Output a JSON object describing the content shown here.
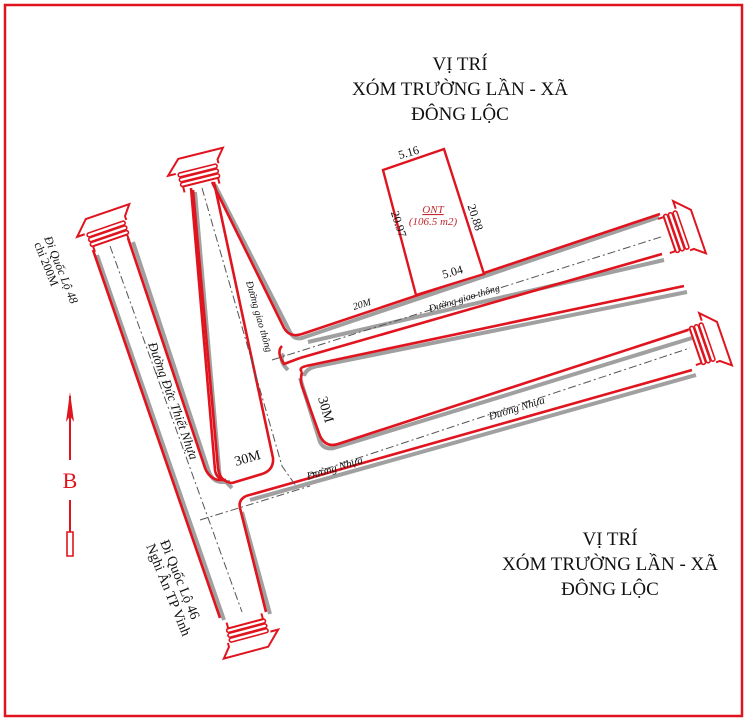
{
  "map": {
    "frame_color": "#e0141e",
    "road_edge_color": "#e0141e",
    "road_shadow_color": "#9a9a9a",
    "centerline_color": "#555555",
    "text_color": "#111111",
    "lot_label_color": "#c0282d"
  },
  "titles": {
    "top": {
      "line1": "VỊ TRÍ",
      "line2": "XÓM TRƯỜNG LẦN - XÃ ĐÔNG LỘC"
    },
    "bottom": {
      "line1": "VỊ TRÍ",
      "line2": "XÓM TRƯỜNG LẦN - XÃ ĐÔNG LỘC"
    }
  },
  "lot": {
    "type": "ONT",
    "area": "(106.5 m2)",
    "top_width": "5.16",
    "bottom_width": "5.04",
    "left_length": "20.97",
    "right_length": "20.88"
  },
  "roads": {
    "main_road": "Đường Đức Thiết Nhựa",
    "vertical_transit": "Đường giao thông",
    "upper_transit": "Đường giao thông",
    "lower_asphalt": "Đường Nhựa",
    "right_asphalt": "Đường Nhựa",
    "width_20m": "20M",
    "width_30m_left": "30M",
    "width_30m_right": "30M"
  },
  "directions": {
    "top_left_line1": "Đi Quốc Lộ 48",
    "top_left_line2": "chỉ 200M",
    "bottom_line1": "Đi Quốc Lộ 46",
    "bottom_line2": "Nghi Ân TP Vinh"
  },
  "compass": {
    "label": "B"
  }
}
